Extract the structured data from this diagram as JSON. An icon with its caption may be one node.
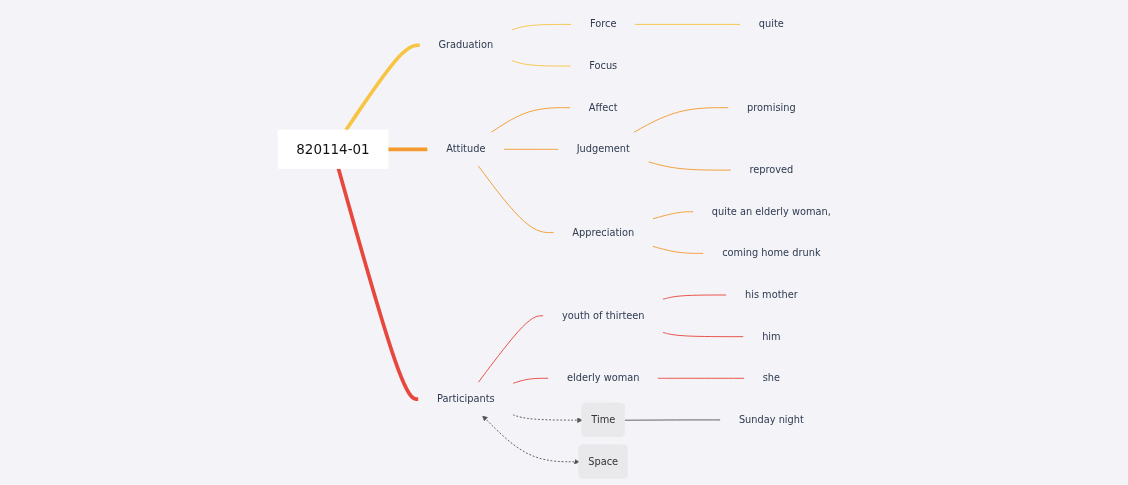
{
  "diagram": {
    "nodes": [
      {
        "text": [
          "820114-01"
        ]
      },
      {
        "text": [
          "Time"
        ]
      },
      {
        "text": [
          "Sunday night"
        ]
      },
      {
        "text": [
          "Graduation"
        ]
      },
      {
        "text": [
          "Force"
        ]
      },
      {
        "text": [
          "quite"
        ]
      },
      {
        "text": [
          "Focus"
        ]
      },
      {
        "text": [
          "Attitude"
        ]
      },
      {
        "text": [
          "Affect"
        ]
      },
      {
        "text": [
          "Judgement"
        ]
      },
      {
        "text": [
          "promising"
        ]
      },
      {
        "text": [
          "reproved"
        ]
      },
      {
        "text": [
          "Appreciation"
        ]
      },
      {
        "text": [
          "quite an elderly woman,"
        ]
      },
      {
        "text": [
          "coming home drunk"
        ]
      },
      {
        "text": [
          "Participants"
        ]
      },
      {
        "text": [
          "youth of thirteen"
        ]
      },
      {
        "text": [
          "his mother"
        ]
      },
      {
        "text": [
          "him"
        ]
      },
      {
        "text": [
          "elderly woman"
        ]
      },
      {
        "text": [
          "she"
        ]
      },
      {
        "text": [
          "Space"
        ]
      }
    ],
    "edges": [
      {
        "from": 1,
        "to": 2,
        "arrow": "none",
        "color": "#555555"
      },
      {
        "from": 0,
        "to": 3,
        "arrow": "none",
        "style": "thick",
        "color": "#f7c443"
      },
      {
        "from": 3,
        "to": 4,
        "arrow": "none",
        "color": "#f7c443"
      },
      {
        "from": 4,
        "to": 5,
        "arrow": "none",
        "color": "#f7c443"
      },
      {
        "from": 3,
        "to": 6,
        "arrow": "none",
        "color": "#f7c443"
      },
      {
        "from": 0,
        "to": 7,
        "arrow": "none",
        "style": "thick",
        "color": "#f59a2e"
      },
      {
        "from": 7,
        "to": 8,
        "arrow": "none",
        "color": "#f59a2e"
      },
      {
        "from": 7,
        "to": 9,
        "arrow": "none",
        "color": "#f59a2e"
      },
      {
        "from": 9,
        "to": 10,
        "arrow": "none",
        "color": "#f59a2e"
      },
      {
        "from": 9,
        "to": 11,
        "arrow": "none",
        "color": "#f59a2e"
      },
      {
        "from": 7,
        "to": 12,
        "arrow": "none",
        "color": "#f59a2e"
      },
      {
        "from": 12,
        "to": 13,
        "arrow": "none",
        "color": "#f59a2e"
      },
      {
        "from": 12,
        "to": 14,
        "arrow": "none",
        "color": "#f59a2e"
      },
      {
        "from": 0,
        "to": 15,
        "arrow": "none",
        "style": "thick",
        "color": "#e8473d"
      },
      {
        "from": 15,
        "to": 16,
        "arrow": "none",
        "color": "#e8473d"
      },
      {
        "from": 16,
        "to": 17,
        "arrow": "none",
        "color": "#e8473d"
      },
      {
        "from": 16,
        "to": 18,
        "arrow": "none",
        "color": "#e8473d"
      },
      {
        "from": 15,
        "to": 19,
        "arrow": "none",
        "color": "#e8473d"
      },
      {
        "from": 19,
        "to": 20,
        "arrow": "none",
        "color": "#e8473d"
      },
      {
        "from": 15,
        "to": 1,
        "arrow": "to",
        "style": "dashed",
        "color": "#555555"
      },
      {
        "from": 15,
        "to": 21,
        "arrow": "both",
        "style": "dashed",
        "color": "#555555"
      }
    ]
  }
}
